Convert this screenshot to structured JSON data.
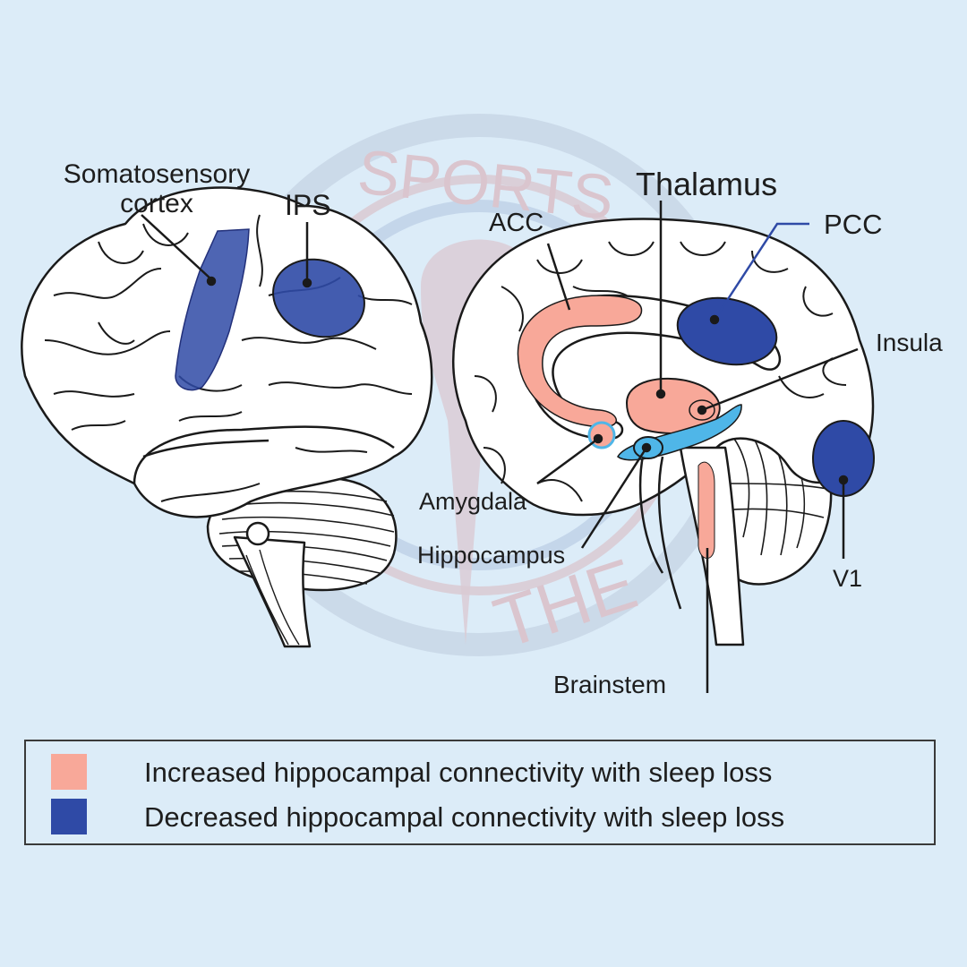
{
  "watermark": {
    "text_top": "SPORTS",
    "text_bottom": "THE"
  },
  "colors": {
    "increased": "#f8a899",
    "decreased": "#2f4aa6",
    "hippocampus": "#4fb6e8",
    "background": "#dcecf8",
    "outline": "#1a1a1a"
  },
  "labels": {
    "somatosensory_line1": "Somatosensory",
    "somatosensory_line2": "cortex",
    "ips": "IPS",
    "thalamus": "Thalamus",
    "acc": "ACC",
    "pcc": "PCC",
    "insula": "Insula",
    "amygdala": "Amygdala",
    "hippocampus": "Hippocampus",
    "v1": "V1",
    "brainstem": "Brainstem"
  },
  "legend": {
    "items": [
      {
        "color": "#f8a899",
        "text": "Increased hippocampal connectivity with sleep loss"
      },
      {
        "color": "#2f4aa6",
        "text": "Decreased hippocampal connectivity with sleep loss"
      }
    ]
  }
}
